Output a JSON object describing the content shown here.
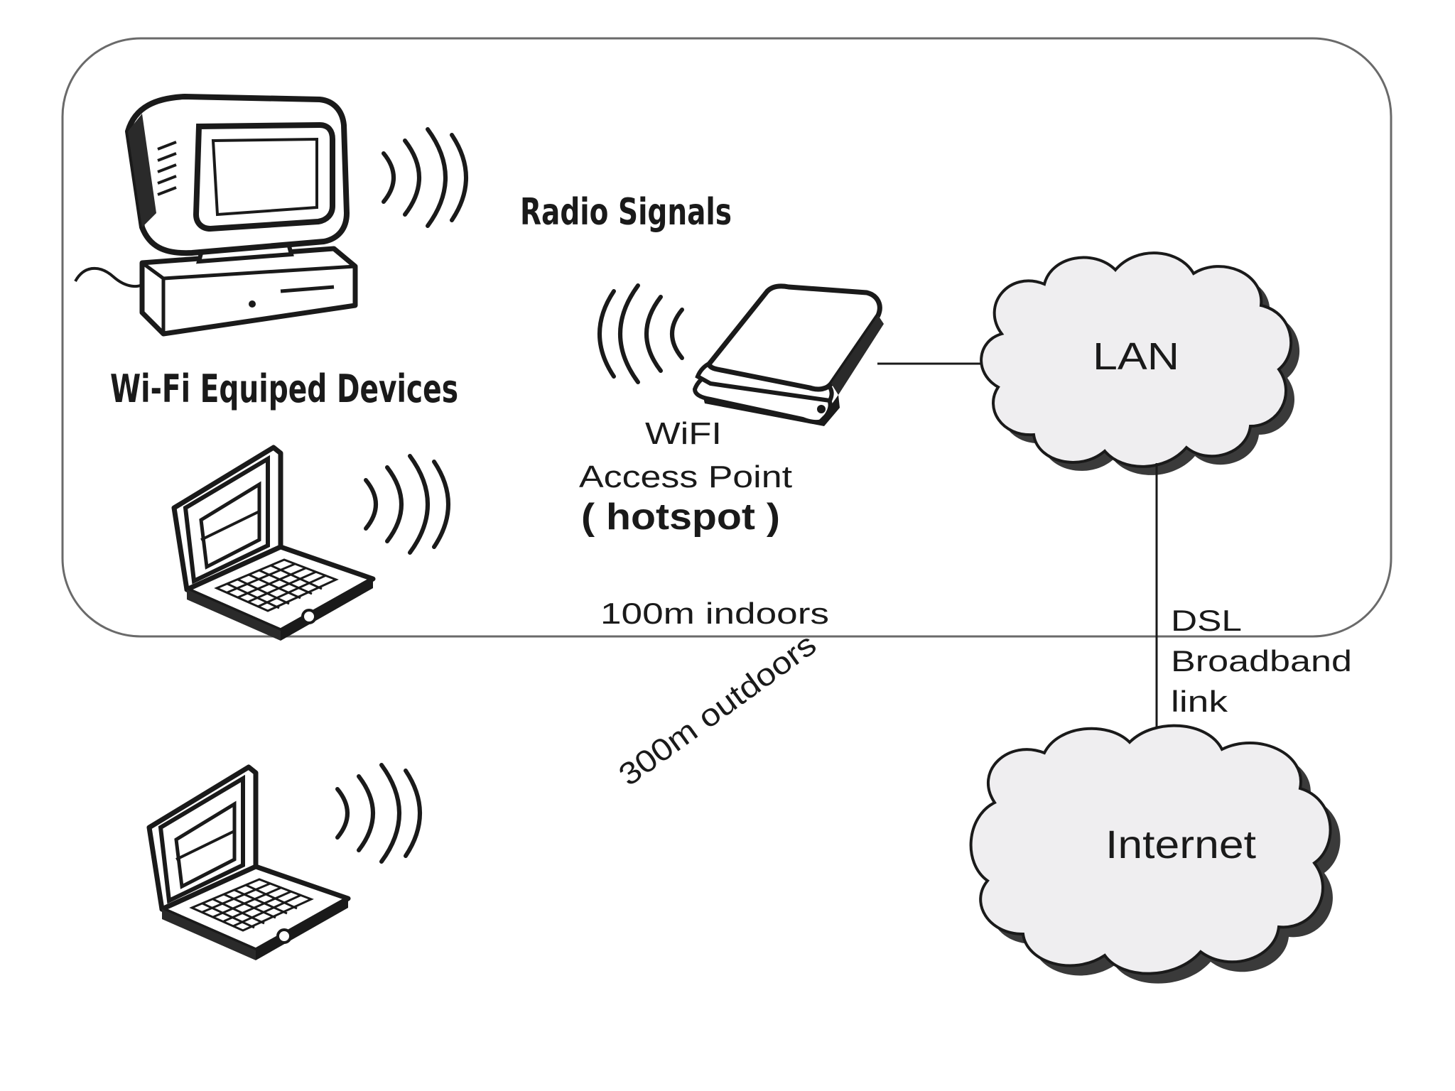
{
  "labels": {
    "radio_signals": "Radio Signals",
    "wifi_devices": "Wi-Fi Equiped Devices",
    "ap_line1": "WiFI",
    "ap_line2": "Access Point",
    "ap_line3": "( hotspot )",
    "indoor_range": "100m indoors",
    "outdoor_range": "300m outdoors",
    "lan": "LAN",
    "internet": "Internet",
    "dsl_line1": "DSL",
    "dsl_line2": "Broadband",
    "dsl_line3": "link"
  },
  "icons": {
    "desktop": "desktop-computer-icon",
    "laptop": "laptop-icon",
    "access_point": "wifi-access-point-icon",
    "signal": "radio-waves-icon",
    "cloud": "cloud-icon"
  },
  "colors": {
    "line": "#1a1a1a",
    "cloud_fill": "#efeef0",
    "cloud_shadow": "#3a3a3a",
    "background": "#ffffff"
  }
}
